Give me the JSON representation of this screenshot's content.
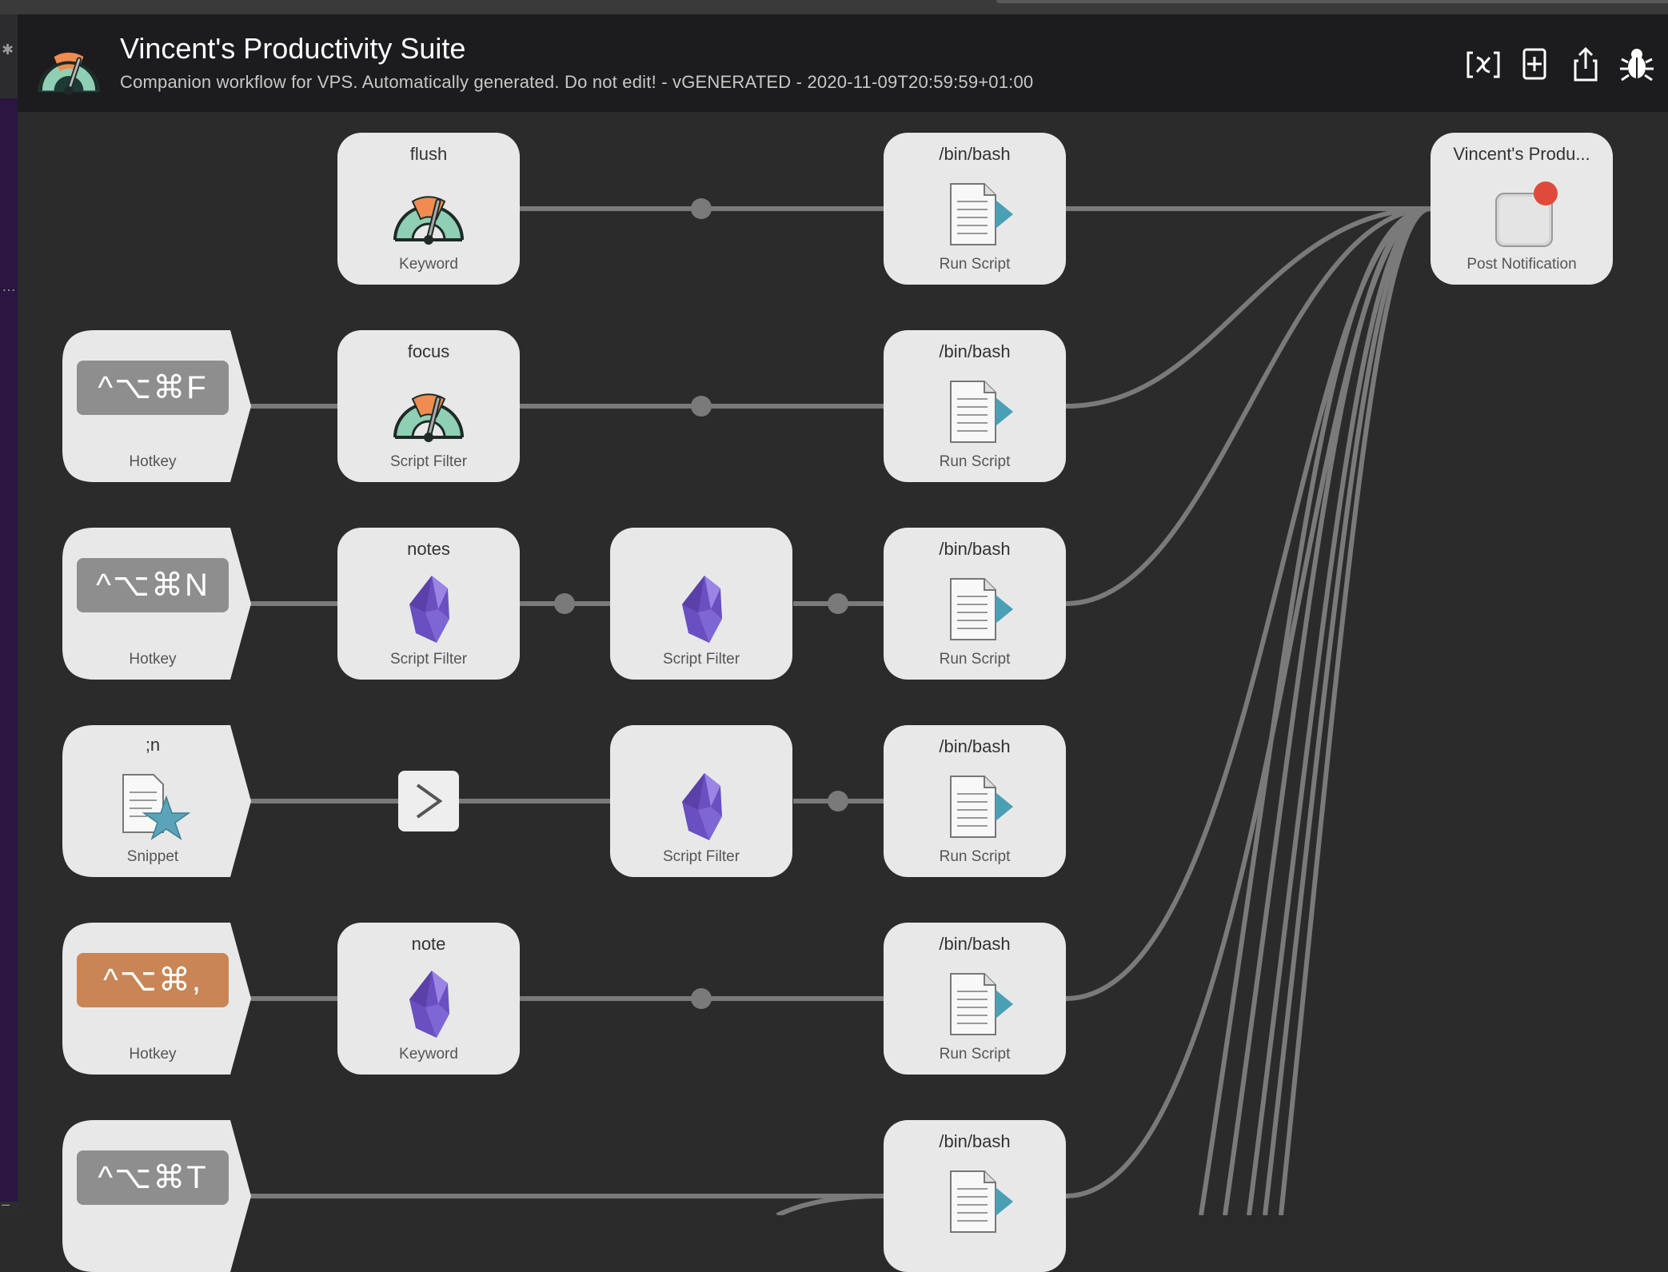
{
  "header": {
    "title": "Vincent's Productivity Suite",
    "subtitle": "Companion workflow for VPS. Automatically generated. Do not edit! - vGENERATED - 2020-11-09T20:59:59+01:00",
    "buttons": [
      {
        "name": "variables-button",
        "icon": "variable-x-icon"
      },
      {
        "name": "add-object-button",
        "icon": "plus-square-icon"
      },
      {
        "name": "export-button",
        "icon": "share-icon"
      },
      {
        "name": "debug-button",
        "icon": "bug-icon"
      }
    ]
  },
  "nodes": {
    "kw_flush": {
      "title": "flush",
      "label": "Keyword",
      "icon": "gauge-icon"
    },
    "sf_focus": {
      "title": "focus",
      "label": "Script Filter",
      "icon": "gauge-icon"
    },
    "sf_notes": {
      "title": "notes",
      "label": "Script Filter",
      "icon": "obsidian-gem-icon"
    },
    "sf_notes2": {
      "title": "",
      "label": "Script Filter",
      "icon": "obsidian-gem-icon"
    },
    "sf_snippet": {
      "title": "",
      "label": "Script Filter",
      "icon": "obsidian-gem-icon"
    },
    "kw_note": {
      "title": "note",
      "label": "Keyword",
      "icon": "obsidian-gem-icon"
    },
    "rs1": {
      "title": "/bin/bash",
      "label": "Run Script",
      "icon": "script-doc-icon"
    },
    "rs2": {
      "title": "/bin/bash",
      "label": "Run Script",
      "icon": "script-doc-icon"
    },
    "rs3": {
      "title": "/bin/bash",
      "label": "Run Script",
      "icon": "script-doc-icon"
    },
    "rs4": {
      "title": "/bin/bash",
      "label": "Run Script",
      "icon": "script-doc-icon"
    },
    "rs5": {
      "title": "/bin/bash",
      "label": "Run Script",
      "icon": "script-doc-icon"
    },
    "rs6": {
      "title": "/bin/bash",
      "label": "",
      "icon": "script-doc-icon"
    },
    "notify": {
      "title": "Vincent's Produ...",
      "label": "Post Notification",
      "icon": "notification-icon"
    }
  },
  "triggers": {
    "hk_focus": {
      "hotkey": "^⌥⌘F",
      "label": "Hotkey",
      "color": "#8e8e8e"
    },
    "hk_notes": {
      "hotkey": "^⌥⌘N",
      "label": "Hotkey",
      "color": "#8e8e8e"
    },
    "snippet": {
      "title": ";n",
      "label": "Snippet",
      "icon": "snippet-star-icon"
    },
    "hk_note": {
      "hotkey": "^⌥⌘,",
      "label": "Hotkey",
      "color": "#c98555"
    },
    "hk_t": {
      "hotkey": "^⌥⌘T",
      "label": "",
      "color": "#8e8e8e"
    }
  },
  "colors": {
    "background": "#2b2b2b",
    "node": "#e8e8e8",
    "wire": "#7a7a7a",
    "hotkey_gray": "#8e8e8e",
    "hotkey_orange": "#c98555",
    "gem": "#6a4fc0",
    "notification_dot": "#e04a3a"
  }
}
